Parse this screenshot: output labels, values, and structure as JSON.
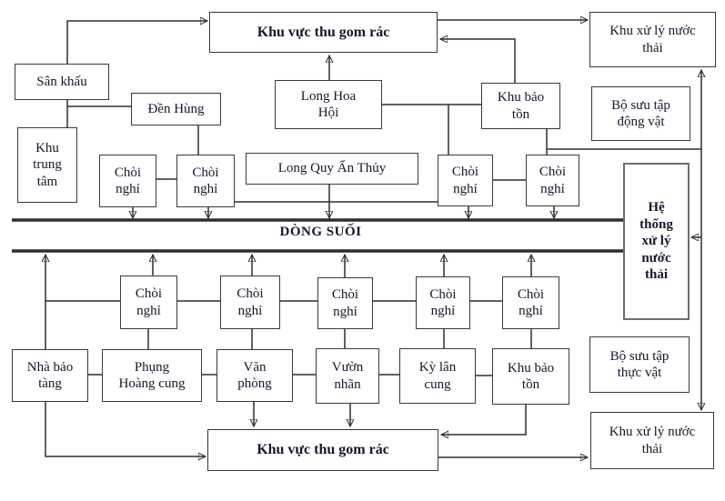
{
  "diagram": {
    "stream_label": "DÒNG SUỐI",
    "boxes": {
      "waste_collection_top": "Khu vực thu gom rác",
      "wastewater_treatment_top": [
        "Khu xử lý nước",
        "thải"
      ],
      "san_khau": "Sân khấu",
      "den_hung": "Đền Hùng",
      "long_hoa_hoi": [
        "Long Hoa",
        "Hội"
      ],
      "khu_bao_ton_top": [
        "Khu bảo",
        "tồn"
      ],
      "bo_suu_tap_dong_vat": [
        "Bộ sưu tập",
        "động vật"
      ],
      "khu_trung_tam": [
        "Khu",
        "trung",
        "tâm"
      ],
      "choi_nghi": [
        "Chòi",
        "nghỉ"
      ],
      "long_quy_an_thuy": "Long Quy Ẩn Thủy",
      "he_thong_xu_ly": [
        "Hệ",
        "thống",
        "xử lý",
        "nước",
        "thải"
      ],
      "nha_bao_tang": [
        "Nhà bảo",
        "tàng"
      ],
      "phung_hoang_cung": [
        "Phụng",
        "Hoàng cung"
      ],
      "van_phong": [
        "Văn",
        "phòng"
      ],
      "vuon_nhan": [
        "Vườn",
        "nhãn"
      ],
      "ky_lan_cung": [
        "Kỳ lân",
        "cung"
      ],
      "khu_bao_ton_bottom": [
        "Khu bảo",
        "tồn"
      ],
      "bo_suu_tap_thuc_vat": [
        "Bộ sưu tập",
        "thực vật"
      ],
      "waste_collection_bottom": "Khu vực thu gom rác",
      "wastewater_treatment_bottom": [
        "Khu xử lý nước",
        "thải"
      ]
    },
    "colors": {
      "text": "#17172c",
      "line": "#2e2e2e",
      "stream_line": "#1c1c1c",
      "border": "#3a3a3a",
      "background": "#ffffff"
    }
  }
}
